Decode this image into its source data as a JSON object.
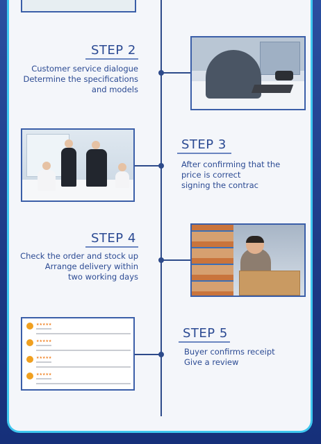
{
  "steps": [
    {
      "title": "STEP 2",
      "lines": [
        "Customer service dialogue",
        "Determine the specifications",
        "and models"
      ]
    },
    {
      "title": "STEP 3",
      "lines": [
        "After confirming that the",
        "price is correct",
        "signing the contrac"
      ]
    },
    {
      "title": "STEP 4",
      "lines": [
        "Check the order and stock up",
        "Arrange delivery within",
        "two working days"
      ]
    },
    {
      "title": "STEP 5",
      "lines": [
        "Buyer confirms receipt",
        "Give a review"
      ]
    }
  ],
  "review": {
    "stars": "★★★★★"
  },
  "colors": {
    "accent": "#2b4a93",
    "frame": "#3fc7ef",
    "background": "#1f3f8f"
  }
}
